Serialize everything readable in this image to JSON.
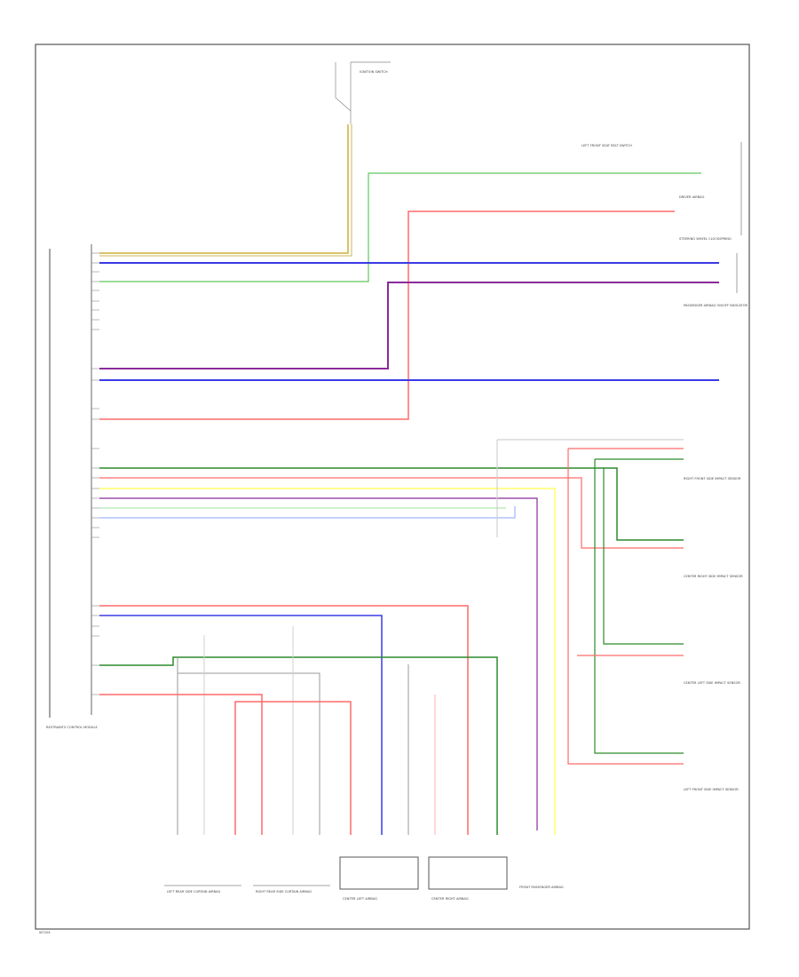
{
  "title": "",
  "diagram_code": "W7204",
  "colors": {
    "frame": "#555555",
    "yellow_tan": "#d9c36a",
    "blue": "#3a3ae6",
    "green": "#5ec85e",
    "red": "#ff6a6a",
    "purple": "#8a2a9a",
    "dark_green": "#2c8a2c",
    "light_blue": "#8aa6ff",
    "yellow": "#ffff66",
    "gray": "#9a9a9a",
    "light_gray": "#d0d0d0"
  },
  "connectors": {
    "module_label": "RESTRAINTS CONTROL MODULE",
    "ignition_switch": "IGNITION SWITCH",
    "pretensioner_top": "PASSENGER AIRBAG ON/OFF INDICATOR",
    "upper_right": "LEFT FRONT SEAT BELT SWITCH",
    "driver_airbag": "DRIVER AIRBAG",
    "steering_column": "STEERING WHEEL CLOCKSPRING",
    "mid_right_1": "RIGHT FRONT SIDE IMPACT SENSOR",
    "mid_right_2": "CENTER RIGHT SIDE IMPACT SENSOR",
    "mid_right_3": "CENTER LEFT SIDE IMPACT SENSOR",
    "mid_right_4": "LEFT FRONT SIDE IMPACT SENSOR",
    "bottom_1": "LEFT REAR SIDE CURTAIN AIRBAG",
    "bottom_2": "RIGHT REAR SIDE CURTAIN AIRBAG",
    "bottom_3": "CENTER LEFT AIRBAG",
    "bottom_4": "CENTER RIGHT AIRBAG",
    "bottom_5": "FRONT PASSENGER AIRBAG"
  }
}
